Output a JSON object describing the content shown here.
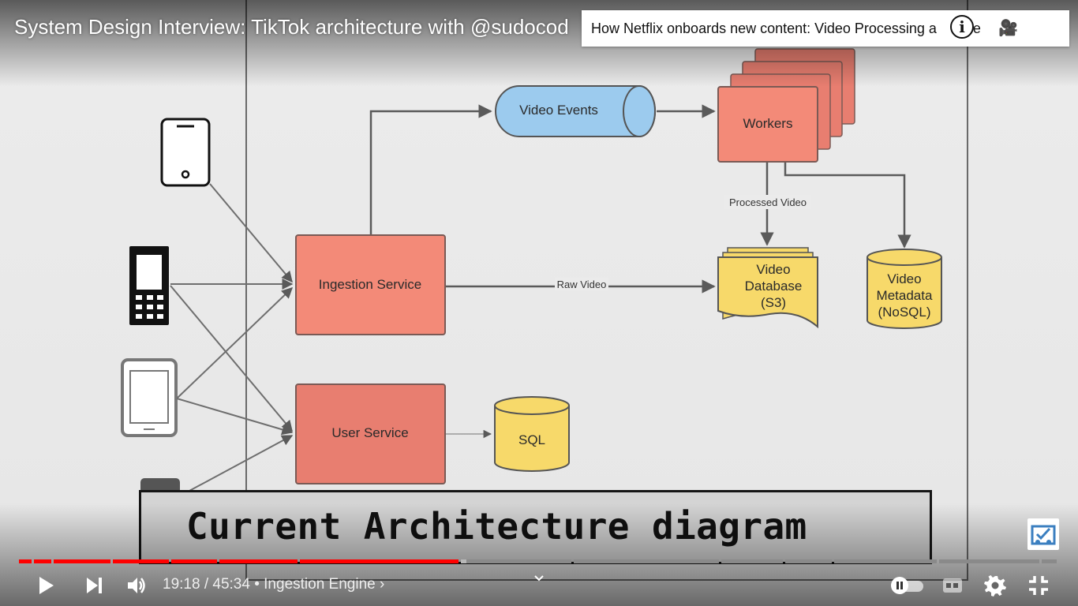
{
  "player": {
    "title": "System Design Interview: TikTok architecture with @sudocod",
    "time_current": "19:18",
    "time_total": "45:34",
    "chapter": "Ingestion Engine",
    "progress_fraction": 0.424,
    "buffered_fraction": 0.43,
    "colors": {
      "played": "#ff0000",
      "buffered": "#b8b8b8",
      "track": "#8a8a8a"
    }
  },
  "card": {
    "text": "How Netflix onboards new content: Video Processing a",
    "text_tail": "ale",
    "emoji": "🎥",
    "info_label": "i"
  },
  "diagram": {
    "nodes": {
      "ingestion": "Ingestion Service",
      "user_service": "User Service",
      "video_events": "Video Events",
      "workers": "Workers",
      "video_db_1": "Video",
      "video_db_2": "Database",
      "video_db_3": "(S3)",
      "metadata_1": "Video",
      "metadata_2": "Metadata",
      "metadata_3": "(NoSQL)",
      "sql": "SQL"
    },
    "edge_labels": {
      "processed": "Processed Video",
      "raw": "Raw Video"
    },
    "colors": {
      "service": "#f38a78",
      "queue": "#9ccbee",
      "storage": "#f7d96a",
      "line": "#5a5a5a"
    }
  },
  "caption": {
    "text": "Current Architecture diagram"
  },
  "icons": {
    "play": "play-icon",
    "next": "next-icon",
    "volume": "volume-icon",
    "autoplay": "autoplay-toggle-icon",
    "subtitles": "subtitles-icon",
    "settings": "settings-gear-icon",
    "exit_fullscreen": "exit-fullscreen-icon",
    "share": "share-icon",
    "brand": "channel-watermark-icon"
  }
}
